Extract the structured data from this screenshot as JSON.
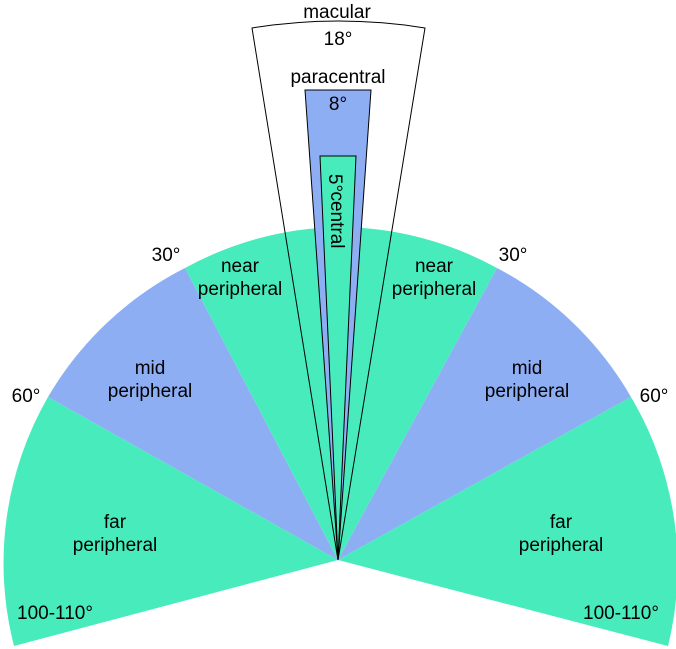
{
  "colors": {
    "teal": "#48ecbc",
    "blue": "#8eaef4",
    "outline": "#000000",
    "white": "#ffffff"
  },
  "regions": {
    "macular": {
      "name": "macular",
      "angle": "18°"
    },
    "paracentral": {
      "name": "paracentral",
      "angle": "8°"
    },
    "central": {
      "name": "central",
      "angle": "5°"
    },
    "near_peripheral": {
      "line1": "near",
      "line2": "peripheral"
    },
    "mid_peripheral": {
      "line1": "mid",
      "line2": "peripheral"
    },
    "far_peripheral": {
      "line1": "far",
      "line2": "peripheral"
    }
  },
  "angle_labels": {
    "thirty": "30°",
    "sixty": "60°",
    "far": "100-110°"
  }
}
